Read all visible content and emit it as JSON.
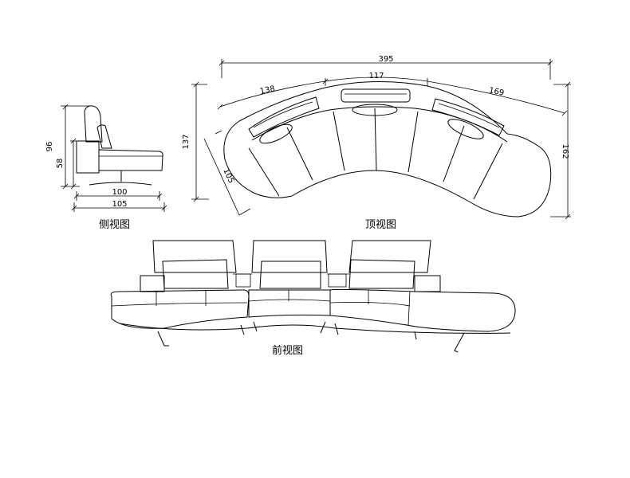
{
  "views": {
    "side": {
      "caption": "侧视图",
      "dims": {
        "height_total": "96",
        "seat_height": "58",
        "depth_seat": "100",
        "depth_total": "105"
      }
    },
    "top": {
      "caption": "顶视图",
      "dims": {
        "overall_width": "395",
        "left_section": "138",
        "middle_section": "117",
        "right_section": "169",
        "left_depth": "137",
        "left_end": "105",
        "right_depth": "162"
      }
    },
    "front": {
      "caption": "前视图"
    }
  }
}
